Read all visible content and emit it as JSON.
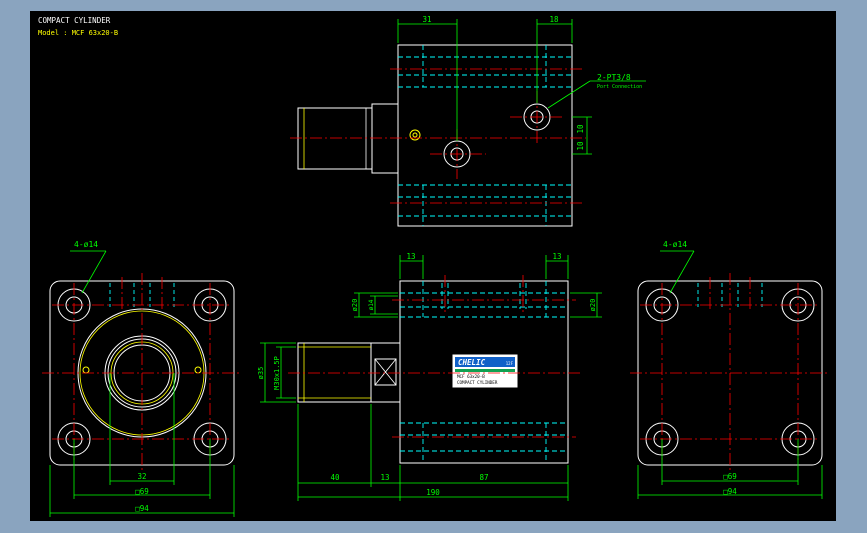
{
  "header": {
    "title": "COMPACT CYLINDER",
    "model": "Model : MCF 63x20-B"
  },
  "annotations": {
    "port_callout": "2-PT3/8",
    "port_note": "Port Connection",
    "holes_left": "4-ø14",
    "holes_right": "4-ø14"
  },
  "dimensions": {
    "top_31": "31",
    "top_18": "18",
    "top_10a": "10",
    "top_10b": "10",
    "mid_13a": "13",
    "mid_13b": "13",
    "dia_20_left": "ø20",
    "dia_14": "ø14",
    "dia_20_right": "ø20",
    "dia_35": "ø35",
    "thread": "M30x1.5P",
    "len_40": "40",
    "len_13": "13",
    "len_87": "87",
    "len_190": "190",
    "left_32": "32",
    "left_69": "□69",
    "left_94": "□94",
    "right_69": "□69",
    "right_94": "□94"
  },
  "nameplate": {
    "brand": "CHELIC",
    "tag": "12F",
    "model": "MCF 63x20-B",
    "desc": "COMPACT CYLINDER"
  },
  "colors": {
    "canvas": "#000000",
    "frame": "#8aa4bf",
    "outline": "#ffffff",
    "centerline": "#ff0000",
    "hidden": "#00ffff",
    "dimension": "#00ff00",
    "detail": "#ffff00"
  }
}
